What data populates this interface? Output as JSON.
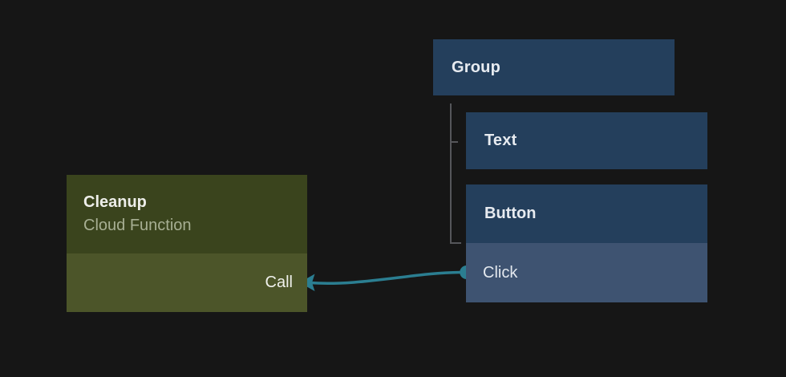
{
  "colors": {
    "background": "#161616",
    "node_blue": "#243f5c",
    "node_blue_light": "#3e5371",
    "node_olive_header": "#3a441d",
    "node_olive_row": "#4c5529",
    "edge_teal": "#2b7e91",
    "tree_line": "#55565a",
    "label_light": "#e7ebf0",
    "subtitle_green_gray": "#a7af93"
  },
  "nodes": {
    "group": {
      "label": "Group"
    },
    "text": {
      "label": "Text"
    },
    "button": {
      "label": "Button",
      "event_label": "Click"
    },
    "cleanup": {
      "title": "Cleanup",
      "subtitle": "Cloud Function",
      "action_label": "Call"
    }
  },
  "edges": [
    {
      "from": "Button Click",
      "to": "Cleanup Call"
    }
  ]
}
